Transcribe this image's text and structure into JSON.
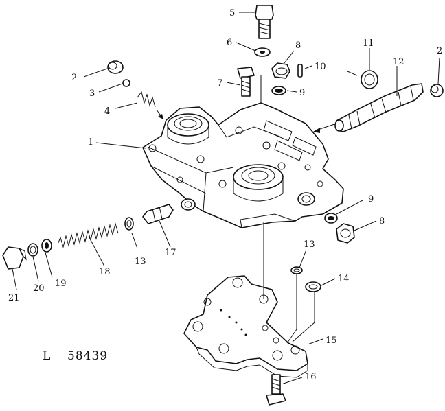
{
  "figure": {
    "code_prefix": "L",
    "code_number": "58439"
  },
  "callouts": [
    {
      "id": "c5",
      "label": "5"
    },
    {
      "id": "c6",
      "label": "6"
    },
    {
      "id": "c8a",
      "label": "8"
    },
    {
      "id": "c10",
      "label": "10"
    },
    {
      "id": "c11",
      "label": "11"
    },
    {
      "id": "c12",
      "label": "12"
    },
    {
      "id": "c2a",
      "label": "2"
    },
    {
      "id": "c2b",
      "label": "2"
    },
    {
      "id": "c3",
      "label": "3"
    },
    {
      "id": "c7",
      "label": "7"
    },
    {
      "id": "c9a",
      "label": "9"
    },
    {
      "id": "c4",
      "label": "4"
    },
    {
      "id": "c1",
      "label": "1"
    },
    {
      "id": "c9b",
      "label": "9"
    },
    {
      "id": "c8b",
      "label": "8"
    },
    {
      "id": "c13a",
      "label": "13"
    },
    {
      "id": "c17",
      "label": "17"
    },
    {
      "id": "c18",
      "label": "18"
    },
    {
      "id": "c19",
      "label": "19"
    },
    {
      "id": "c20",
      "label": "20"
    },
    {
      "id": "c21",
      "label": "21"
    },
    {
      "id": "c13b",
      "label": "13"
    },
    {
      "id": "c14",
      "label": "14"
    },
    {
      "id": "c15",
      "label": "15"
    },
    {
      "id": "c16",
      "label": "16"
    }
  ]
}
